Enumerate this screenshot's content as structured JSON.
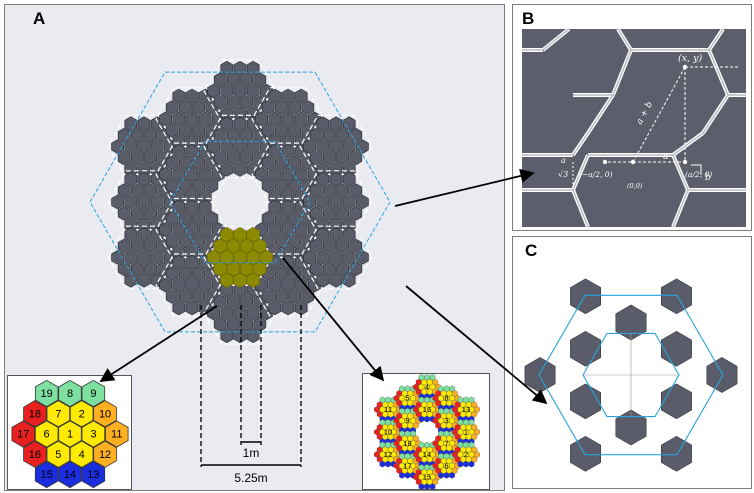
{
  "panels": {
    "a": {
      "label": "A"
    },
    "b": {
      "label": "B"
    },
    "c": {
      "label": "C"
    }
  },
  "dimensions": {
    "small": "1m",
    "large": "5.25m"
  },
  "panel_b": {
    "point_xy": "(x, y)",
    "diag": "a + b",
    "a_len": "a",
    "a_over_sqrt3": "a",
    "sqrt3": "√3",
    "left_pt": "(−a/2, 0)",
    "origin": "(0,0)",
    "right_pt": "(a/2, 0)",
    "b_len": "b"
  },
  "inset_left": {
    "cells": [
      "19",
      "8",
      "9",
      "18",
      "7",
      "2",
      "10",
      "17",
      "6",
      "1",
      "3",
      "11",
      "16",
      "5",
      "4",
      "12",
      "15",
      "14",
      "13"
    ]
  },
  "inset_right": {
    "cluster_numbers": [
      "11",
      "10",
      "12",
      "5",
      "9",
      "18",
      "17",
      "4",
      "16",
      "14",
      "15",
      "8",
      "3",
      "7",
      "6",
      "13",
      "1",
      "2"
    ]
  },
  "colors": {
    "mirror": "#5a5d69",
    "panel_bg": "#e8eaf0",
    "accent_blue": "#29a3df",
    "highlight": "#8c8a00"
  }
}
